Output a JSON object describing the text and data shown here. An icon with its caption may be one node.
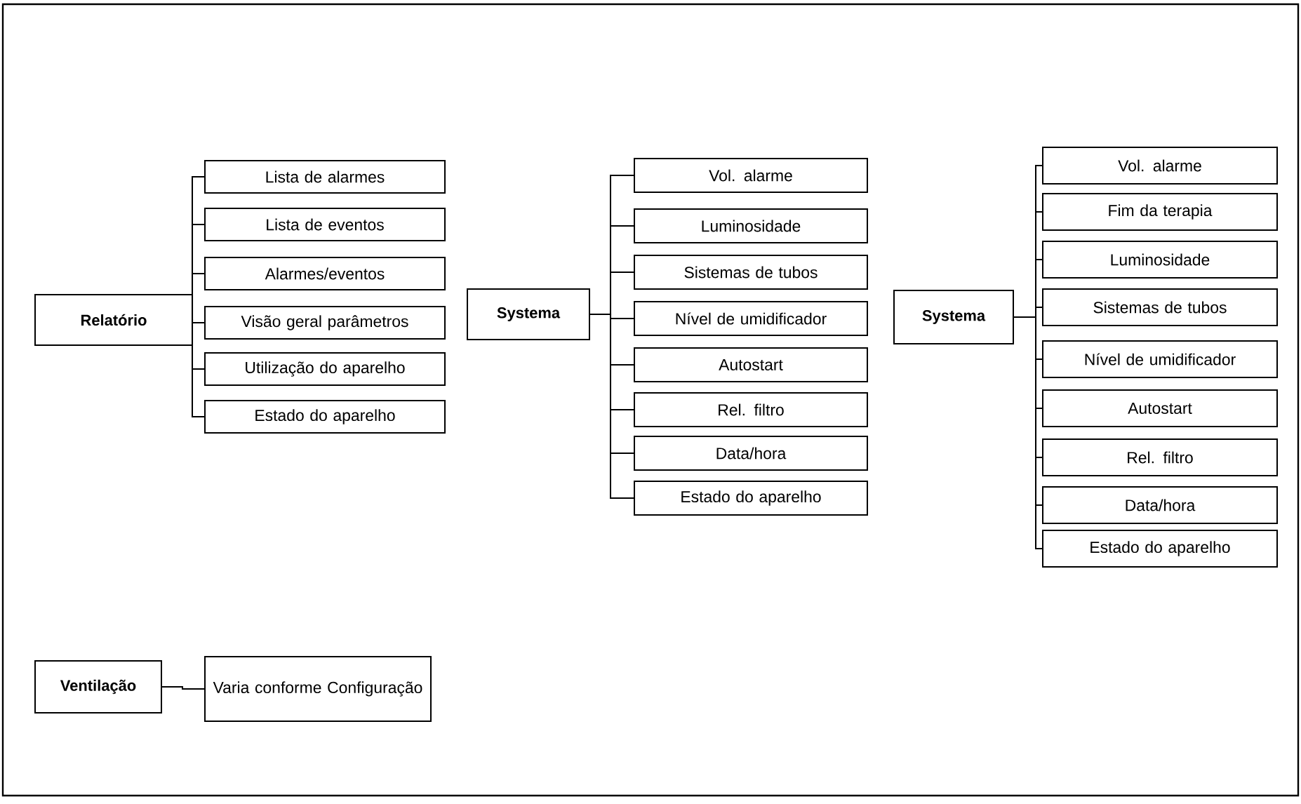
{
  "diagram": {
    "nodes": [
      {
        "text": [
          "Relatório"
        ]
      },
      {
        "text": [
          "Lista de alarmes"
        ]
      },
      {
        "text": [
          "Lista de eventos"
        ]
      },
      {
        "text": [
          "Alarmes/eventos"
        ]
      },
      {
        "text": [
          "Visão geral parâmetros"
        ]
      },
      {
        "text": [
          "Utilização do aparelho"
        ]
      },
      {
        "text": [
          "Estado do aparelho"
        ]
      },
      {
        "text": [
          "Systema"
        ]
      },
      {
        "text": [
          "Vol. alarme"
        ]
      },
      {
        "text": [
          "Luminosidade"
        ]
      },
      {
        "text": [
          "Sistemas de tubos"
        ]
      },
      {
        "text": [
          "Nível de umidificador"
        ]
      },
      {
        "text": [
          "Autostart"
        ]
      },
      {
        "text": [
          "Rel. filtro"
        ]
      },
      {
        "text": [
          "Data/hora"
        ]
      },
      {
        "text": [
          "Estado do aparelho"
        ]
      },
      {
        "text": [
          "Systema"
        ]
      },
      {
        "text": [
          "Vol. alarme"
        ]
      },
      {
        "text": [
          "Fim da terapia"
        ]
      },
      {
        "text": [
          "Luminosidade"
        ]
      },
      {
        "text": [
          "Sistemas de tubos"
        ]
      },
      {
        "text": [
          "Nível de umidificador"
        ]
      },
      {
        "text": [
          "Autostart"
        ]
      },
      {
        "text": [
          "Rel. filtro"
        ]
      },
      {
        "text": [
          "Data/hora"
        ]
      },
      {
        "text": [
          "Estado do aparelho"
        ]
      },
      {
        "text": [
          "Ventilação"
        ]
      },
      {
        "text": [
          "Varia conforme Configuração"
        ]
      }
    ],
    "edges": [
      {
        "from": 0,
        "to": 1,
        "arrow": "none"
      },
      {
        "from": 0,
        "to": 2,
        "arrow": "none"
      },
      {
        "from": 0,
        "to": 3,
        "arrow": "none"
      },
      {
        "from": 0,
        "to": 4,
        "arrow": "none"
      },
      {
        "from": 0,
        "to": 5,
        "arrow": "none"
      },
      {
        "from": 0,
        "to": 6,
        "arrow": "none"
      },
      {
        "from": 7,
        "to": 8,
        "arrow": "none"
      },
      {
        "from": 7,
        "to": 9,
        "arrow": "none"
      },
      {
        "from": 7,
        "to": 10,
        "arrow": "none"
      },
      {
        "from": 7,
        "to": 11,
        "arrow": "none"
      },
      {
        "from": 7,
        "to": 12,
        "arrow": "none"
      },
      {
        "from": 7,
        "to": 13,
        "arrow": "none"
      },
      {
        "from": 7,
        "to": 14,
        "arrow": "none"
      },
      {
        "from": 7,
        "to": 15,
        "arrow": "none"
      },
      {
        "from": 16,
        "to": 17,
        "arrow": "none"
      },
      {
        "from": 16,
        "to": 18,
        "arrow": "none"
      },
      {
        "from": 16,
        "to": 19,
        "arrow": "none"
      },
      {
        "from": 16,
        "to": 20,
        "arrow": "none"
      },
      {
        "from": 16,
        "to": 21,
        "arrow": "none"
      },
      {
        "from": 16,
        "to": 22,
        "arrow": "none"
      },
      {
        "from": 16,
        "to": 23,
        "arrow": "none"
      },
      {
        "from": 16,
        "to": 24,
        "arrow": "none"
      },
      {
        "from": 16,
        "to": 25,
        "arrow": "none"
      },
      {
        "from": 26,
        "to": 27,
        "arrow": "none"
      }
    ]
  }
}
